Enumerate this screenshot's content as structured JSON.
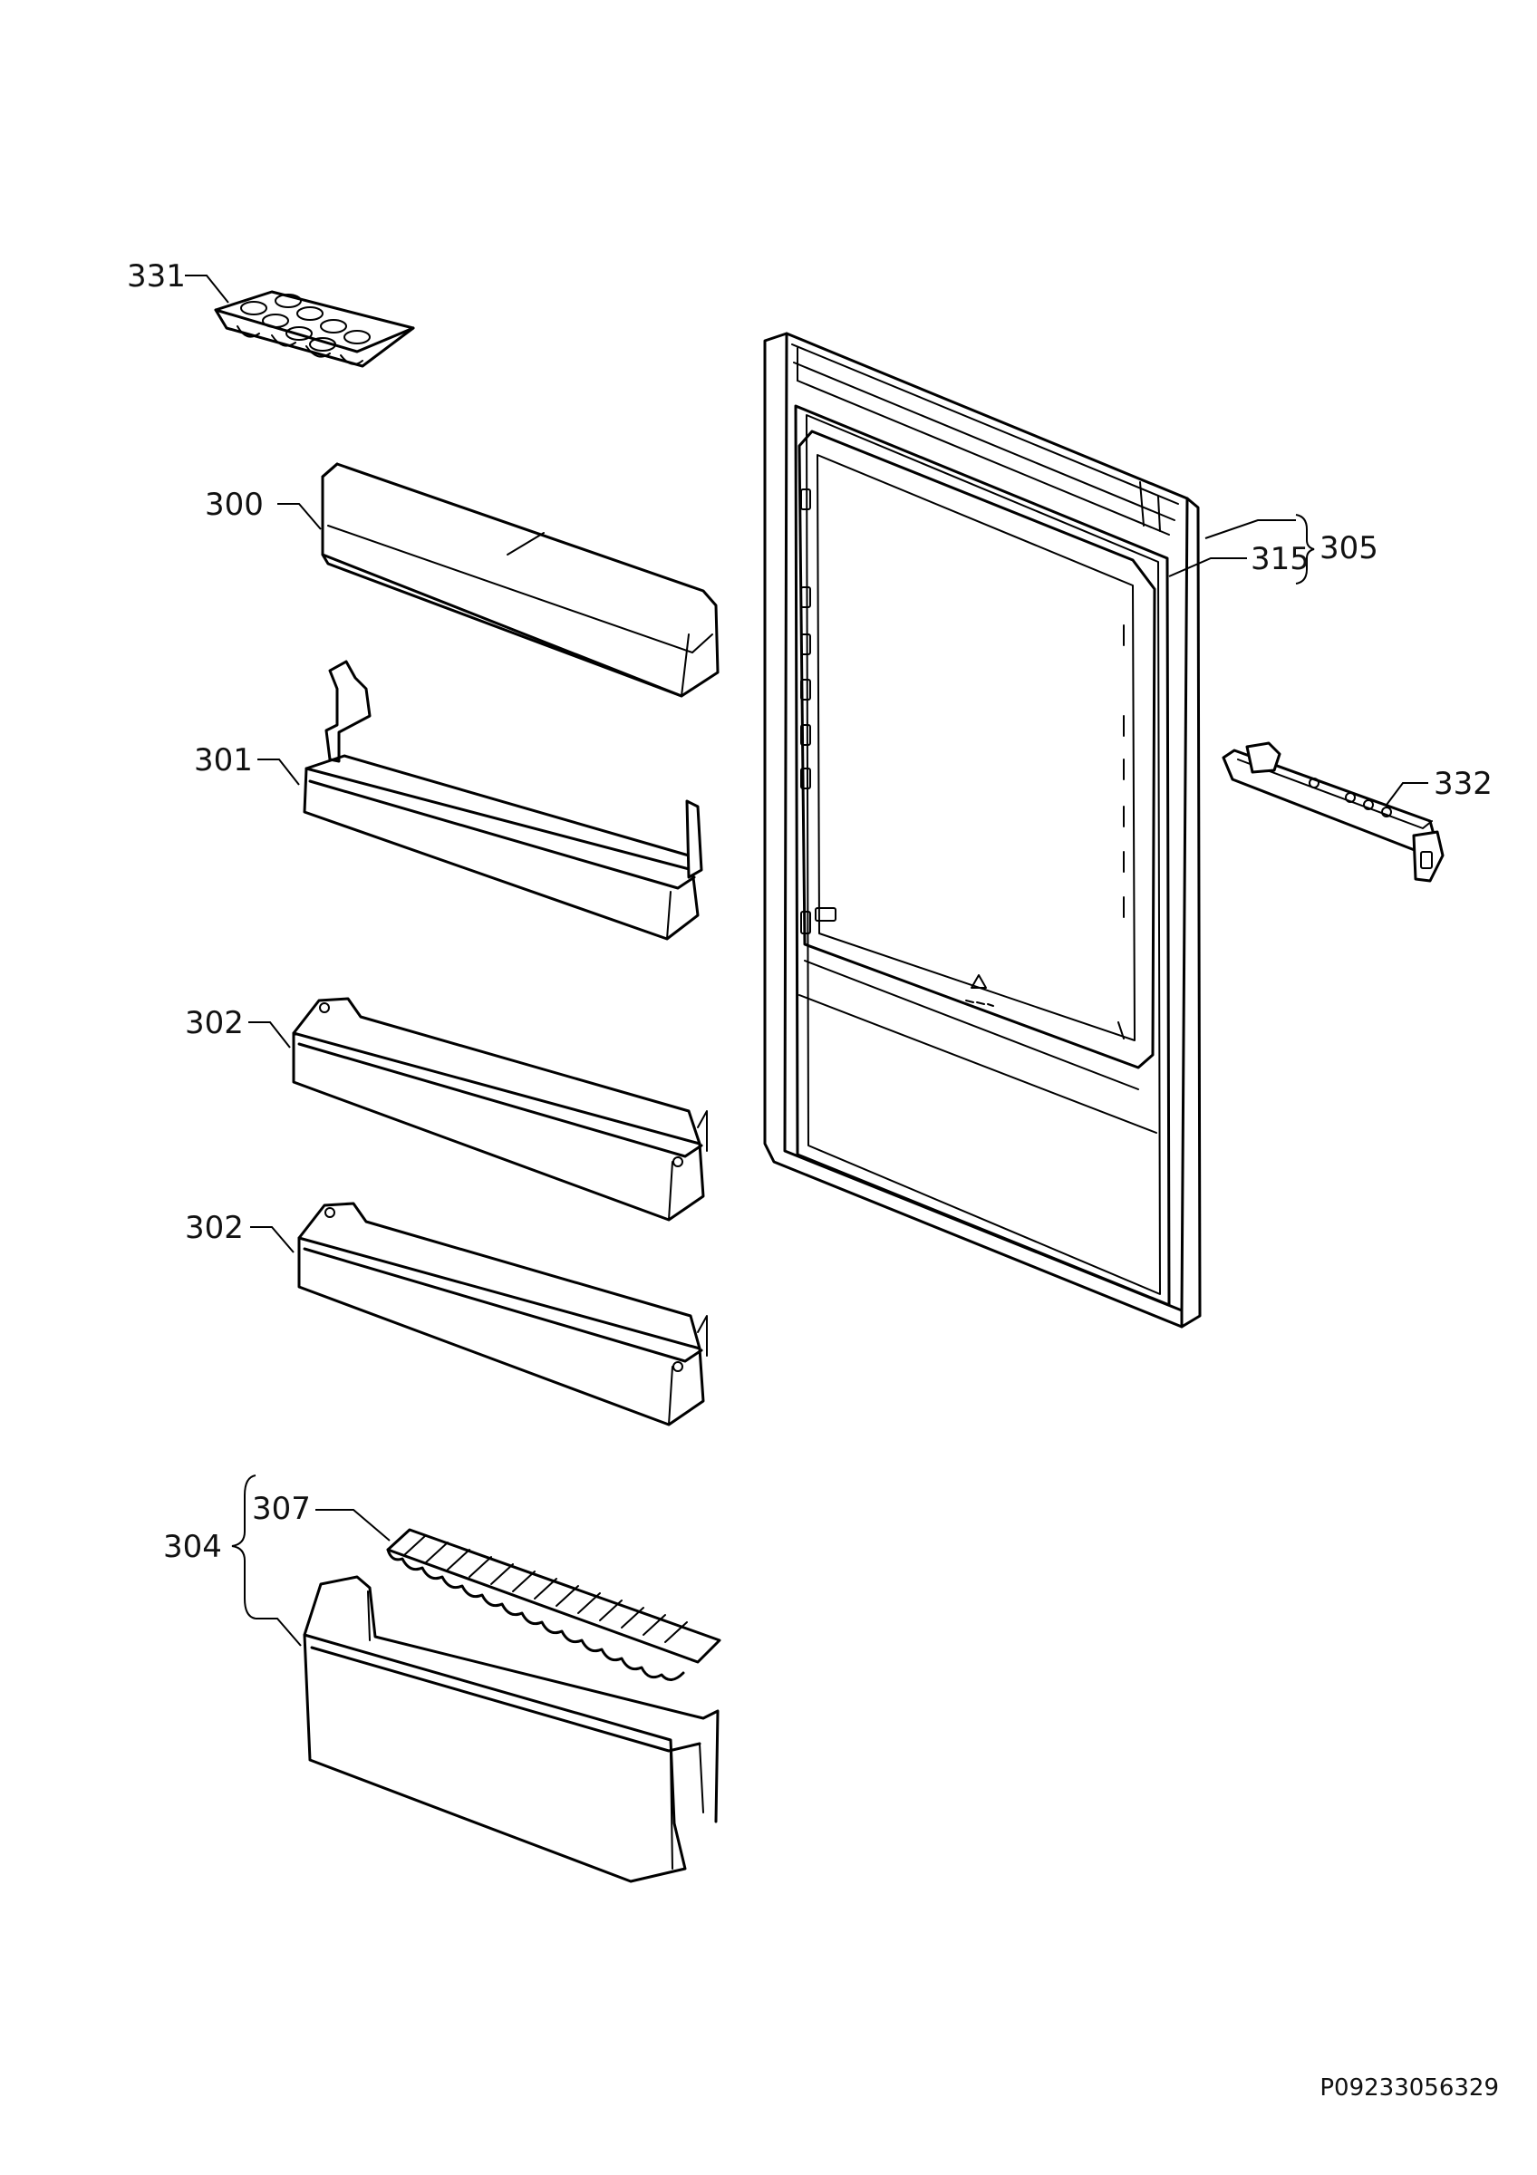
{
  "callouts": {
    "c331": "331",
    "c300": "300",
    "c301": "301",
    "c302a": "302",
    "c302b": "302",
    "c304": "304",
    "c307": "307",
    "c305": "305",
    "c315": "315",
    "c332": "332"
  },
  "document_number": "P09233056329"
}
